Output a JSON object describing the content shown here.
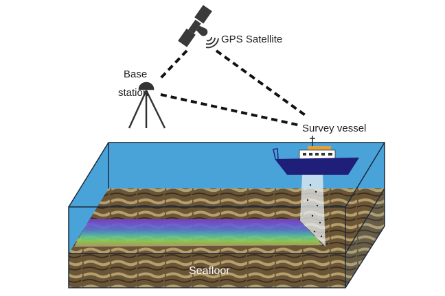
{
  "labels": {
    "satellite": "GPS Satellite",
    "base_line1": "Base",
    "base_line2": "station",
    "vessel": "Survey vessel",
    "seafloor": "Seafloor"
  },
  "colors": {
    "water": "#4aa3d8",
    "sediment": "#6b5537",
    "sediment_light": "#c8b27a",
    "hull": "#1f1f7a",
    "cabin_top": "#e0a040",
    "lines": "#111111"
  }
}
